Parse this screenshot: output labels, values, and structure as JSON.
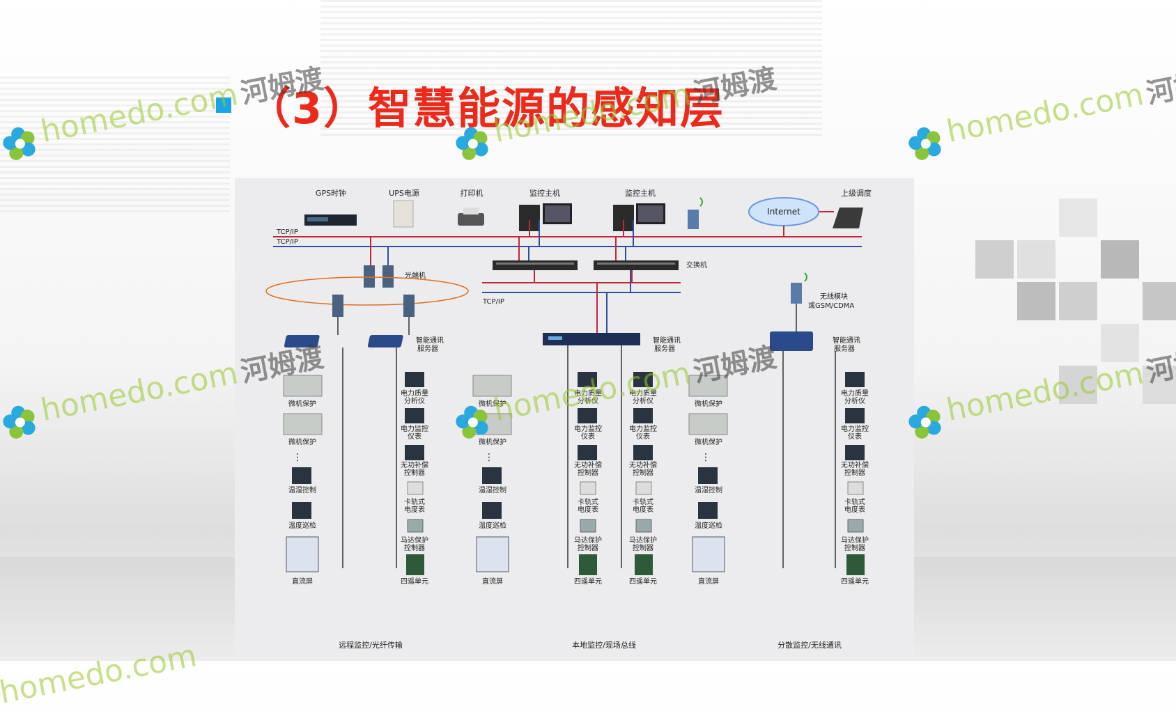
{
  "title": "（3）智慧能源的感知层",
  "watermark": {
    "site": "homedo.com",
    "cn": "河姆渡"
  },
  "top_devices": [
    "GPS时钟",
    "UPS电源",
    "打印机",
    "监控主机",
    "监控主机",
    "上级调度"
  ],
  "internet_label": "Internet",
  "net_labels": {
    "tcpip1": "TCP/IP",
    "tcpip2": "TCP/IP",
    "tcpip3": "TCP/IP",
    "optical": "光端机",
    "switch": "交换机",
    "wireless": "无线模块",
    "wireless2": "或GSM/CDMA"
  },
  "server_label": [
    "智能通讯",
    "服务器"
  ],
  "left_items": [
    "微机保护",
    "微机保护",
    "温湿控制",
    "温度巡检",
    "直流屏"
  ],
  "right_items": [
    [
      "电力质量",
      "分析仪"
    ],
    [
      "电力监控",
      "仪表"
    ],
    [
      "无功补偿",
      "控制器"
    ],
    [
      "卡轨式",
      "电度表"
    ],
    [
      "马达保护",
      "控制器"
    ],
    [
      "四遥单元"
    ]
  ],
  "sections": [
    "远程监控/光纤传输",
    "本地监控/现场总线",
    "分散监控/无线通讯"
  ],
  "ellipsis": "⋮",
  "colors": {
    "title": "#ec2a1c",
    "red_line": "#c0283a",
    "blue_line": "#2c4fa0",
    "bullet": "#1aa3e8"
  }
}
